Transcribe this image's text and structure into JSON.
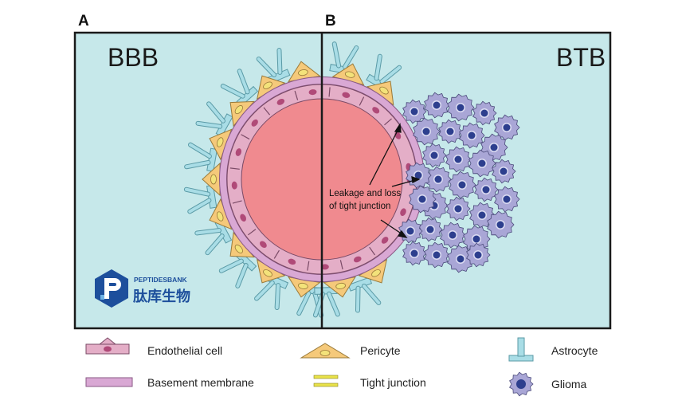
{
  "panels": {
    "a_letter": "A",
    "b_letter": "B",
    "bbb_label": "BBB",
    "btb_label": "BTB"
  },
  "annotation": {
    "line1": "Leakage and loss",
    "line2": "of tight junction"
  },
  "logo": {
    "brand_en": "PEPTIDESBANK",
    "brand_cn": "肽库生物"
  },
  "legend": {
    "endothelial": "Endothelial cell",
    "basement": "Basement membrane",
    "pericyte": "Pericyte",
    "tight_junction": "Tight junction",
    "astrocyte": "Astrocyte",
    "glioma": "Glioma"
  },
  "colors": {
    "panel_bg": "#c6e8ea",
    "lumen": "#f08a8f",
    "endothelium": "#e4aec7",
    "nucleus": "#b04a78",
    "basement": "#d9a8d4",
    "pericyte": "#f5c97a",
    "tight_junction": "#e9e24a",
    "astrocyte": "#a9dde6",
    "glioma": "#a9a6d6",
    "glioma_nucleus": "#2d3f8e",
    "logo_blue": "#1d4f9c"
  }
}
